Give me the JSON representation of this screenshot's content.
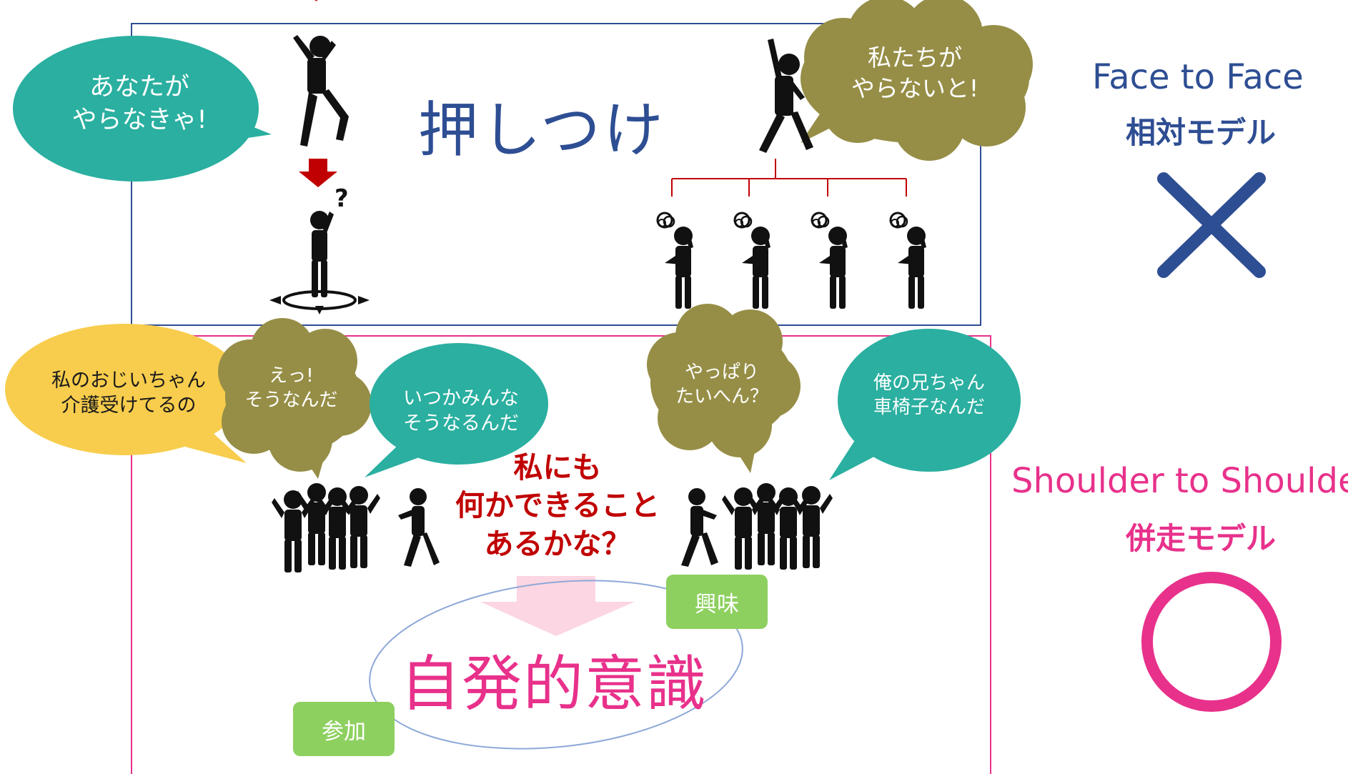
{
  "top_partial_text": "(",
  "oshitsuke": {
    "title": "押しつけ",
    "left_bubble": [
      "あなたが",
      "やらなきゃ!"
    ],
    "right_bubble": [
      "私たちが",
      "やらないと!"
    ],
    "question_mark": "?"
  },
  "side": {
    "face_en": "Face to Face",
    "face_jp": "相対モデル",
    "face_mark": "×",
    "shoulder_en": "Shoulder to Shoulder",
    "shoulder_jp": "併走モデル",
    "shoulder_mark": "○"
  },
  "heisou": {
    "bubble_grandpa": [
      "私のおじいちゃん",
      "介護受けてるの"
    ],
    "bubble_eh": [
      "えっ!",
      "そうなんだ"
    ],
    "bubble_itsuka": [
      "いつかみんな",
      "そうなるんだ"
    ],
    "bubble_yappari": [
      "やっぱり",
      "たいへん？"
    ],
    "bubble_brother": [
      "俺の兄ちゃん",
      "車椅子なんだ"
    ],
    "center_question": [
      "私にも",
      "何かできること",
      "あるかな？"
    ],
    "result": "自発的意識",
    "tag_interest": "興味",
    "tag_participation": "参加"
  },
  "colors": {
    "navy": "#2e4e93",
    "pink": "#e8318b",
    "teal": "#2aafa0",
    "olive": "#968e46",
    "yellow": "#f8cd4d",
    "green": "#8dd05f",
    "red": "#c00000"
  }
}
